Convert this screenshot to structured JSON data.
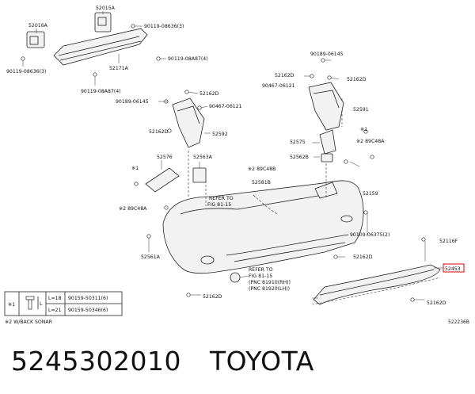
{
  "labels": {
    "l52015A": "52015A",
    "l52016A": "52016A",
    "l90119_08636": "90119-08636(3)",
    "l90119_08A87": "90119-08A87(4)",
    "l52171A": "52171A",
    "l90119_08636b": "90119-08636(3)",
    "l90119_08A87b": "90119-08A87(4)",
    "l90189_06145a": "90189-06145",
    "l52162D_a": "52162D",
    "l90467_06121a": "90467-06121",
    "l52162D_b": "52162D",
    "l52592": "52592",
    "l52576": "52576",
    "l52563A": "52563A",
    "m1a": "※1",
    "l89C48A_a": "※2 89C48A",
    "l52561A": "52561A",
    "l52162D_c": "52162D",
    "l90189_06145b": "90189-06145",
    "l52162D_d": "52162D",
    "l90467_06121b": "90467-06121",
    "l52162D_e": "52162D",
    "l52591": "52591",
    "l52575": "52575",
    "m1b": "※1",
    "l89C48A_b": "※2 89C48A",
    "l52562B": "52562B",
    "l89C48B": "※2 89C48B",
    "l52581B": "52581B",
    "l52159": "52159",
    "l90109_06375": "90109-06375(2)",
    "l52116F": "52116F",
    "l52162D_f": "52162D",
    "l52453": "52453",
    "l52162D_g": "52162D",
    "ref1_a": "REFER TO",
    "ref1_b": "FIG 81-15",
    "ref2_a": "REFER TO",
    "ref2_b": "FIG 81-15",
    "ref2_c": "(PNC 81910(RH))",
    "ref2_d": "(PNC 81920(LH))"
  },
  "table": {
    "mark": "※1",
    "rows": [
      {
        "len": "L=18",
        "part": "90159-50311(6)"
      },
      {
        "len": "L=21",
        "part": "90159-50346(6)"
      }
    ],
    "note": "※2 W/BACK SONAR"
  },
  "diagram_id": "522236B",
  "caption": {
    "part_number": "5245302010",
    "brand": "TOYOTA"
  },
  "colors": {
    "highlight": "#d40000",
    "ink": "#111111"
  }
}
